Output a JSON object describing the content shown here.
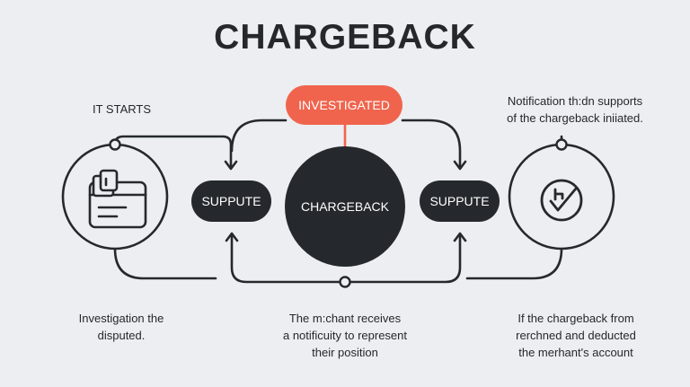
{
  "title": "CHARGEBACK",
  "nodes": {
    "investigated": "INVESTIGATED",
    "core": "CHARGEBACK",
    "left_pill": "SUPPUTE",
    "right_pill": "SUPPUTE"
  },
  "labels": {
    "top_left": "IT STARTS",
    "top_right_1": "Notification th:dn supports",
    "top_right_2": "of the chargeback iniiated.",
    "bottom_left_1": "Investigation the",
    "bottom_left_2": "disputed.",
    "bottom_center_1": "The m:chant receives",
    "bottom_center_2": "a notificuity to represent",
    "bottom_center_3": "their position",
    "bottom_right_1": "If the chargeback from",
    "bottom_right_2": "rerchned and deducted",
    "bottom_right_3": "the merhant's account"
  },
  "icons": {
    "left_circle": "card-icon",
    "right_circle": "check-icon"
  },
  "colors": {
    "accent": "#f0644d",
    "dark": "#25292d",
    "background": "#eceef1"
  }
}
